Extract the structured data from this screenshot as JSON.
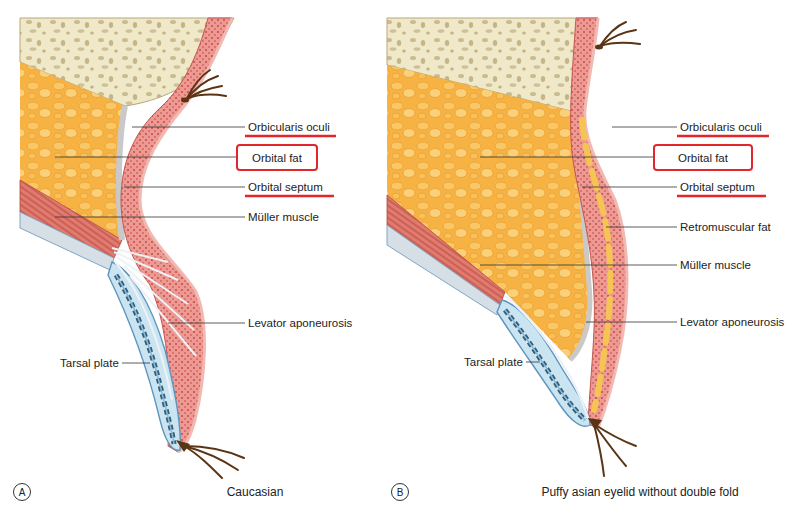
{
  "diagram": {
    "nodes": [
      {
        "text": [
          "Orbital fat"
        ]
      },
      {
        "text": [
          "Orbital fat"
        ]
      },
      {
        "text": [
          "A"
        ]
      },
      {
        "text": [
          "B"
        ]
      }
    ],
    "labels": [
      "Orbicularis oculi",
      "Orbicularis oculi",
      "Orbital septum",
      "Orbital septum",
      "Retromuscular fat",
      "Müller muscle",
      "Müller muscle",
      "Levator aponeurosis",
      "Levator aponeurosis",
      "Tarsal plate",
      "Tarsal plate",
      "Caucasian",
      "Puffy asian eyelid without double fold"
    ]
  }
}
